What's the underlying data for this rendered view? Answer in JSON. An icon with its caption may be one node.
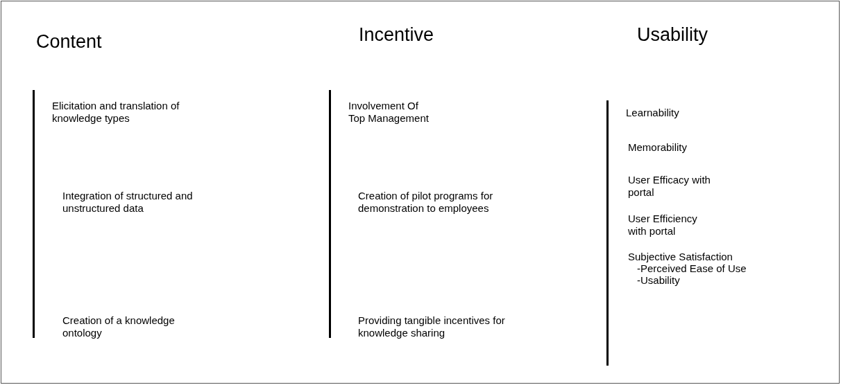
{
  "diagram": {
    "labels": [
      "Content",
      "Incentive",
      "Usability",
      "Elicitation and translation of knowledge types",
      "Integration of structured and unstructured data",
      "Creation of a knowledge ontology",
      "Involvement Of Top Management",
      "Creation of pilot programs for demonstration to employees",
      "Providing tangible incentives for knowledge sharing",
      "Learnability",
      "Memorability",
      "User Efficacy with portal",
      "User Efficiency with portal",
      "Subjective Satisfaction",
      "-Perceived Ease of Use",
      "-Usability"
    ]
  }
}
